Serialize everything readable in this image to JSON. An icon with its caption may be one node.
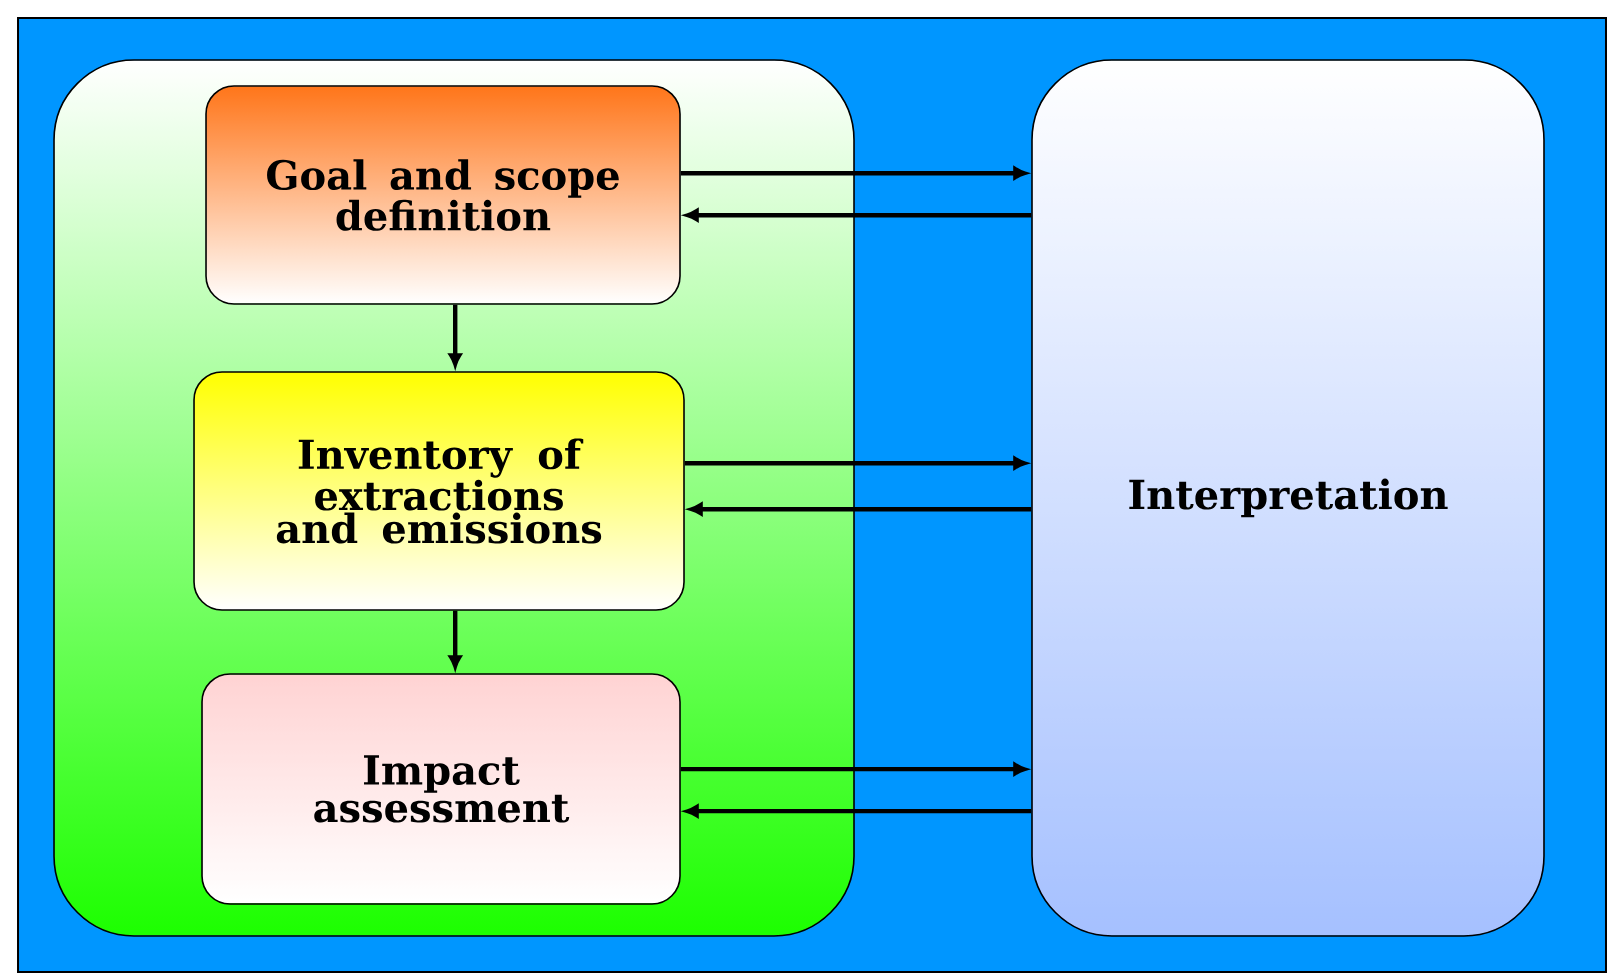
{
  "diagram": {
    "nodes": [
      {
        "text": [],
        "shape": "box"
      },
      {
        "text": [
          "Goal and scope definition"
        ],
        "in": 0
      },
      {
        "text": [
          "Inventory of extractions and emissions"
        ],
        "in": 0
      },
      {
        "text": [
          "Impact assessment"
        ],
        "in": 0
      },
      {
        "text": [
          "Interpretation"
        ]
      }
    ],
    "edges": [
      {
        "from": 1,
        "to": 2,
        "arrow": "to"
      },
      {
        "from": 2,
        "to": 3,
        "arrow": "to"
      },
      {
        "from": 1,
        "to": 4,
        "arrow": "to"
      },
      {
        "from": 4,
        "to": 1,
        "arrow": "to"
      },
      {
        "from": 2,
        "to": 4,
        "arrow": "to"
      },
      {
        "from": 4,
        "to": 2,
        "arrow": "to"
      },
      {
        "from": 3,
        "to": 4,
        "arrow": "to"
      },
      {
        "from": 4,
        "to": 3,
        "arrow": "to"
      }
    ]
  }
}
